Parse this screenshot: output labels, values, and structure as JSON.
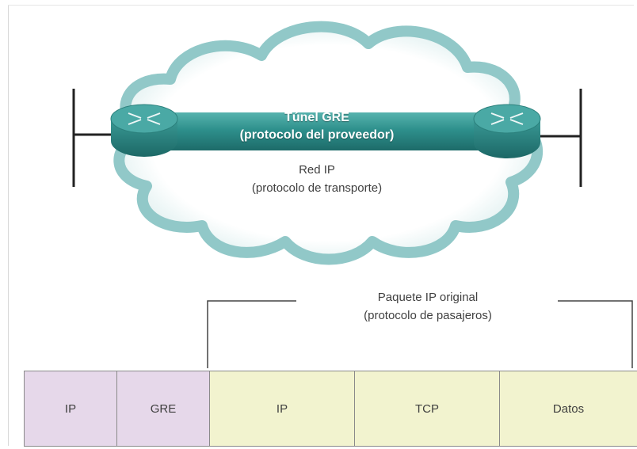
{
  "tunnel": {
    "title": "Túnel GRE",
    "subtitle": "(protocolo del proveedor)"
  },
  "network": {
    "title": "Red IP",
    "subtitle": "(protocolo de transporte)"
  },
  "packet_bracket": {
    "title": "Paquete IP original",
    "subtitle": "(protocolo de pasajeros)"
  },
  "packet": {
    "fields": [
      {
        "label": "IP",
        "color": "#e6d8ea"
      },
      {
        "label": "GRE",
        "color": "#e6d8ea"
      },
      {
        "label": "IP",
        "color": "#f2f3cf"
      },
      {
        "label": "TCP",
        "color": "#f2f3cf"
      },
      {
        "label": "Datos",
        "color": "#f2f3cf"
      }
    ]
  },
  "colors": {
    "cloud_fill": "#b9dcdc",
    "cloud_stroke": "#7fbcbc",
    "tunnel": "#2f8f8c",
    "router": "#2a7f7c"
  },
  "icons": {
    "left_router": "router-icon",
    "right_router": "router-icon"
  }
}
